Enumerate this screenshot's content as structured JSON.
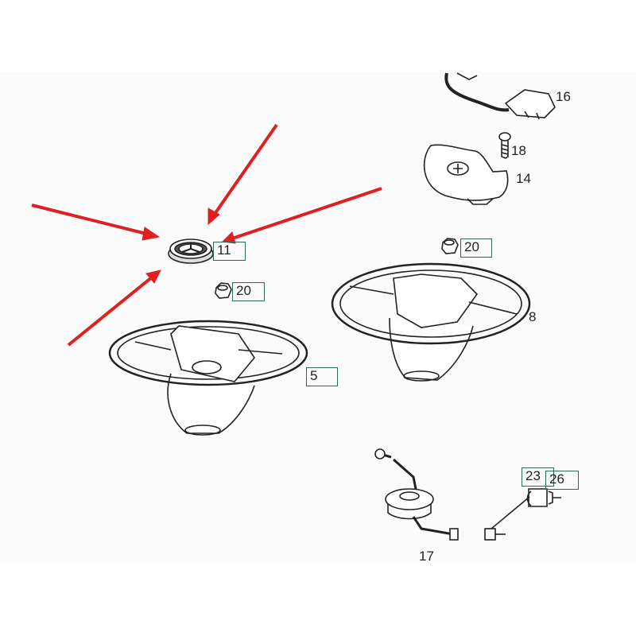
{
  "labels": {
    "p16": "16",
    "p18": "18",
    "p14": "14",
    "p20_right": "20",
    "p11": "11",
    "p20_left": "20",
    "p8": "8",
    "p5": "5",
    "p23": "23",
    "p26": "26",
    "p17": "17"
  },
  "colors": {
    "arrow": "#e02020",
    "label_box": "#2f6a50",
    "line": "#222222"
  }
}
